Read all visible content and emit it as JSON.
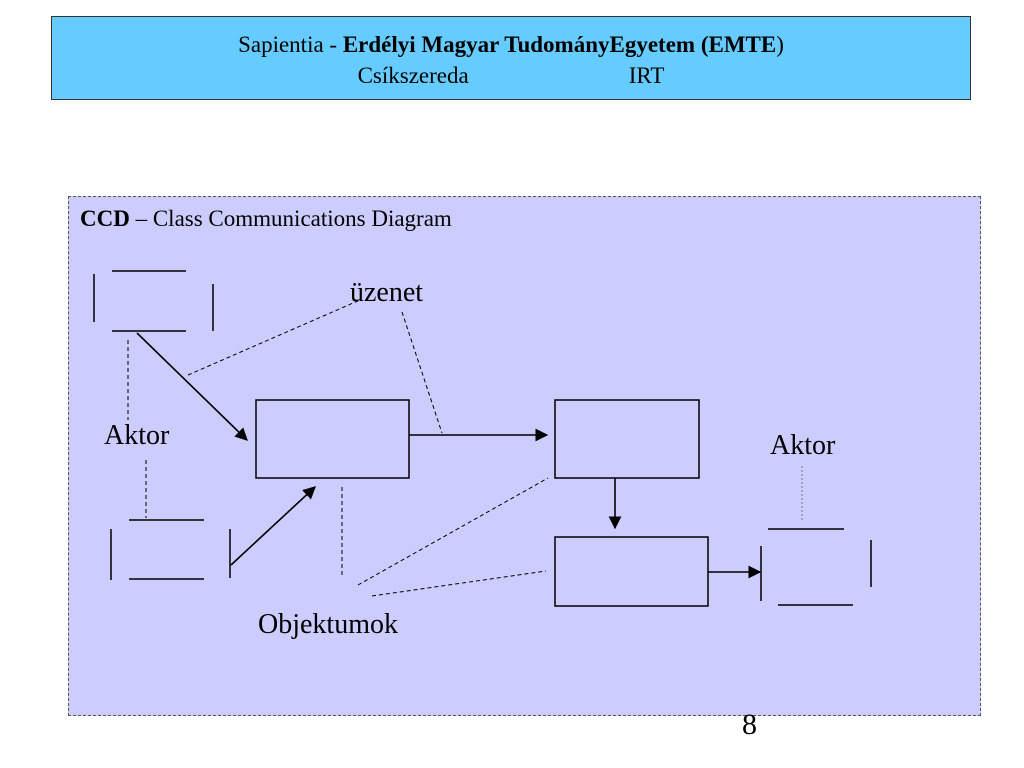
{
  "header": {
    "prefix": "Sapientia - ",
    "university_bold": "Erdélyi Magyar TudományEgyetem  (EMTE",
    "suffix": ")",
    "city": "Csíkszereda",
    "dept": "IRT"
  },
  "diagram": {
    "title_bold": "CCD",
    "title_rest": " – Class Communications Diagram",
    "label_message": "üzenet",
    "label_actor_left": "Aktor",
    "label_actor_right": "Aktor",
    "label_objects": "Objektumok"
  },
  "page_number": "8"
}
